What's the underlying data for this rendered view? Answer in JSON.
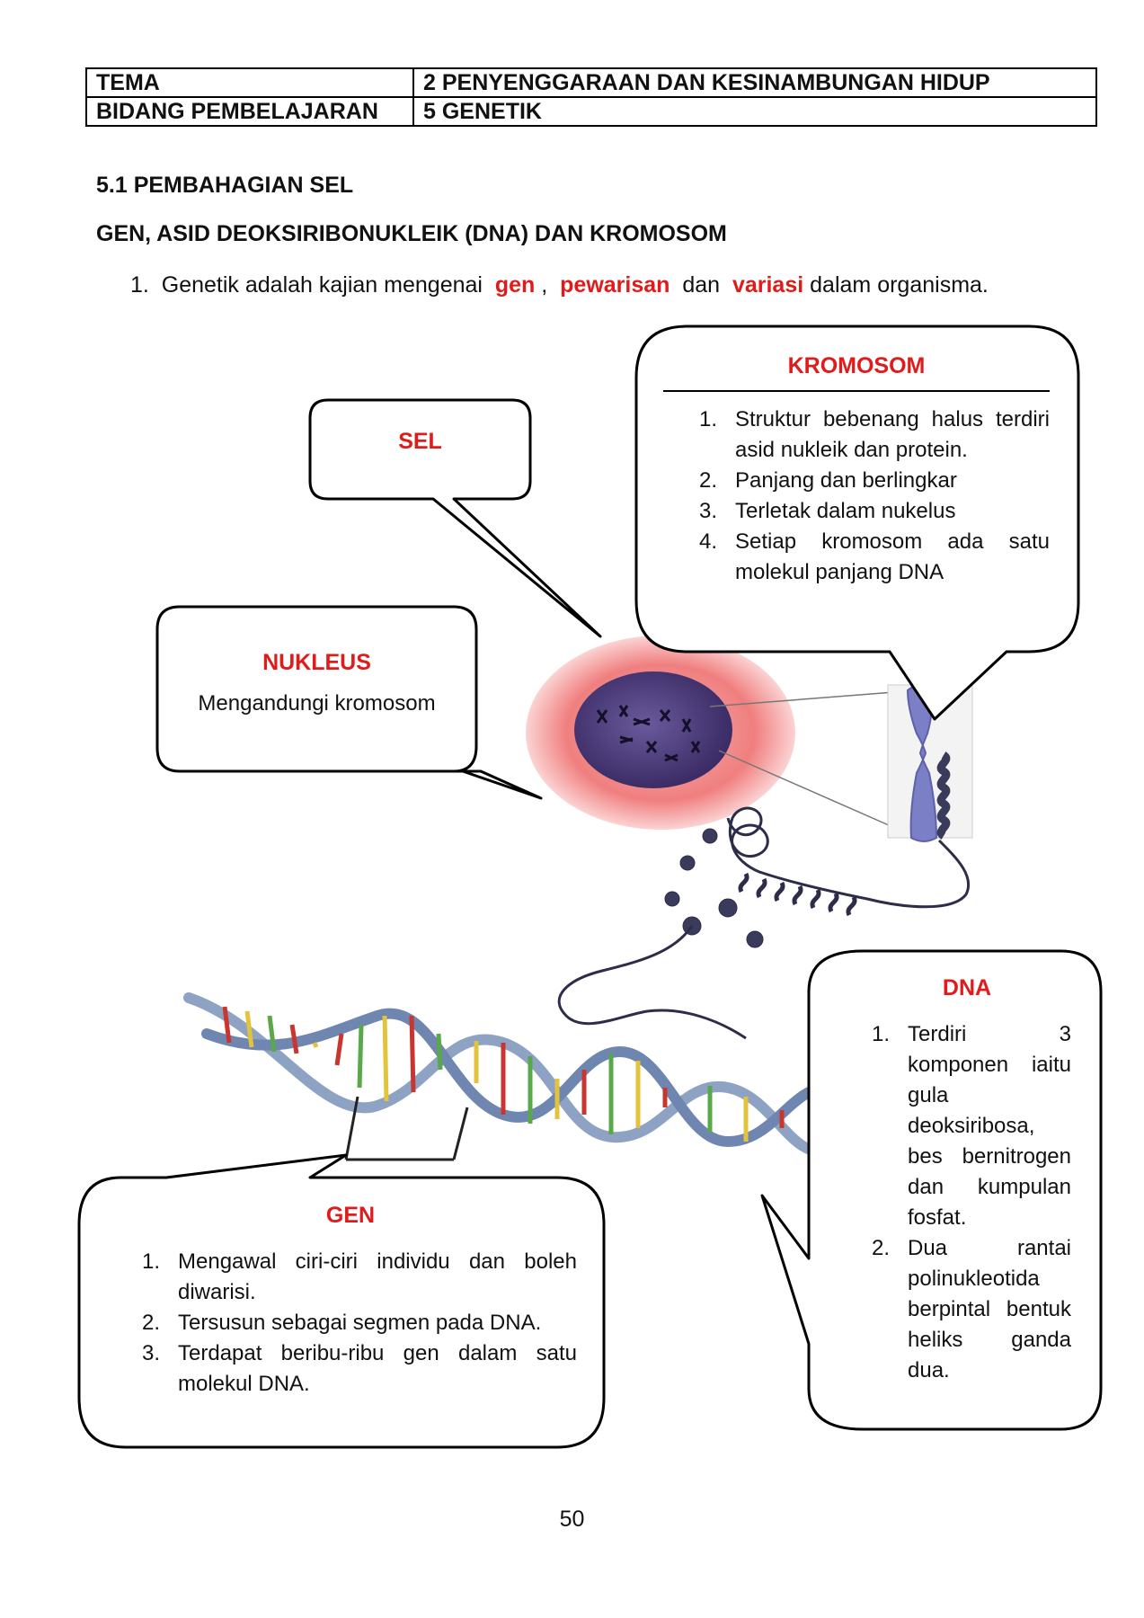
{
  "header": {
    "row1_label": "TEMA",
    "row1_value": "2 PENYENGGARAAN DAN KESINAMBUNGAN HIDUP",
    "row2_label": "BIDANG PEMBELAJARAN",
    "row2_value": "5 GENETIK"
  },
  "section_title": "5.1 PEMBAHAGIAN SEL",
  "subtitle": "GEN, ASID DEOKSIRIBONUKLEIK (DNA) DAN KROMOSOM",
  "intro": {
    "num": "1.",
    "text_a": "Genetik adalah kajian mengenai",
    "word1": "gen",
    "sep1": ",",
    "word2": "pewarisan",
    "sep2": "dan",
    "word3": "variasi",
    "text_b": "dalam organisma."
  },
  "callouts": {
    "sel": {
      "title": "SEL"
    },
    "nukleus": {
      "title": "NUKLEUS",
      "text": "Mengandungi kromosom"
    },
    "kromosom": {
      "title": "KROMOSOM",
      "items": [
        {
          "num": "1.",
          "text": "Struktur bebenang halus terdiri asid nukleik dan protein."
        },
        {
          "num": "2.",
          "text": "Panjang dan berlingkar"
        },
        {
          "num": "3.",
          "text": "Terletak dalam nukelus"
        },
        {
          "num": "4.",
          "text": "Setiap kromosom ada satu molekul panjang DNA"
        }
      ]
    },
    "dna": {
      "title": "DNA",
      "items": [
        {
          "num": "1.",
          "text": "Terdiri 3 komponen iaitu gula deoksiribosa, bes bernitrogen dan kumpulan fosfat."
        },
        {
          "num": "2.",
          "text": "Dua rantai polinukleotida berpintal bentuk heliks ganda dua."
        }
      ]
    },
    "gen": {
      "title": "GEN",
      "items": [
        {
          "num": "1.",
          "text": "Mengawal ciri-ciri individu dan boleh diwarisi."
        },
        {
          "num": "2.",
          "text": "Tersusun sebagai segmen pada DNA."
        },
        {
          "num": "3.",
          "text": "Terdapat beribu-ribu gen dalam satu molekul DNA."
        }
      ]
    }
  },
  "page_number": "50",
  "colors": {
    "accent_red": "#e01b1b",
    "cell": "#f28b8b",
    "nucleus": "#4a3a78",
    "chromosome": "#7b7fc6",
    "dna_backbone": "#8ea2c4"
  }
}
